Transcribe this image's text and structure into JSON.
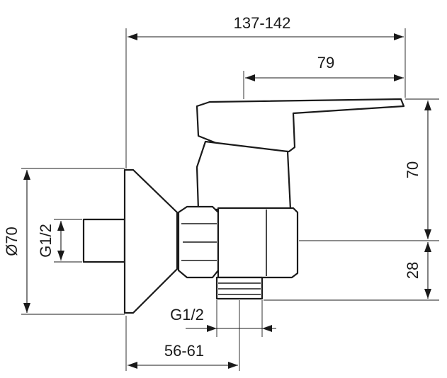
{
  "dimensions": {
    "overall_length": "137-142",
    "lever_length": "79",
    "height_upper": "70",
    "height_lower": "28",
    "flange_diameter": "Ø70",
    "inlet_thread": "G1/2",
    "outlet_thread": "G1/2",
    "wall_distance": "56-61"
  },
  "colors": {
    "line": "#1a1a1a",
    "background": "#ffffff"
  }
}
